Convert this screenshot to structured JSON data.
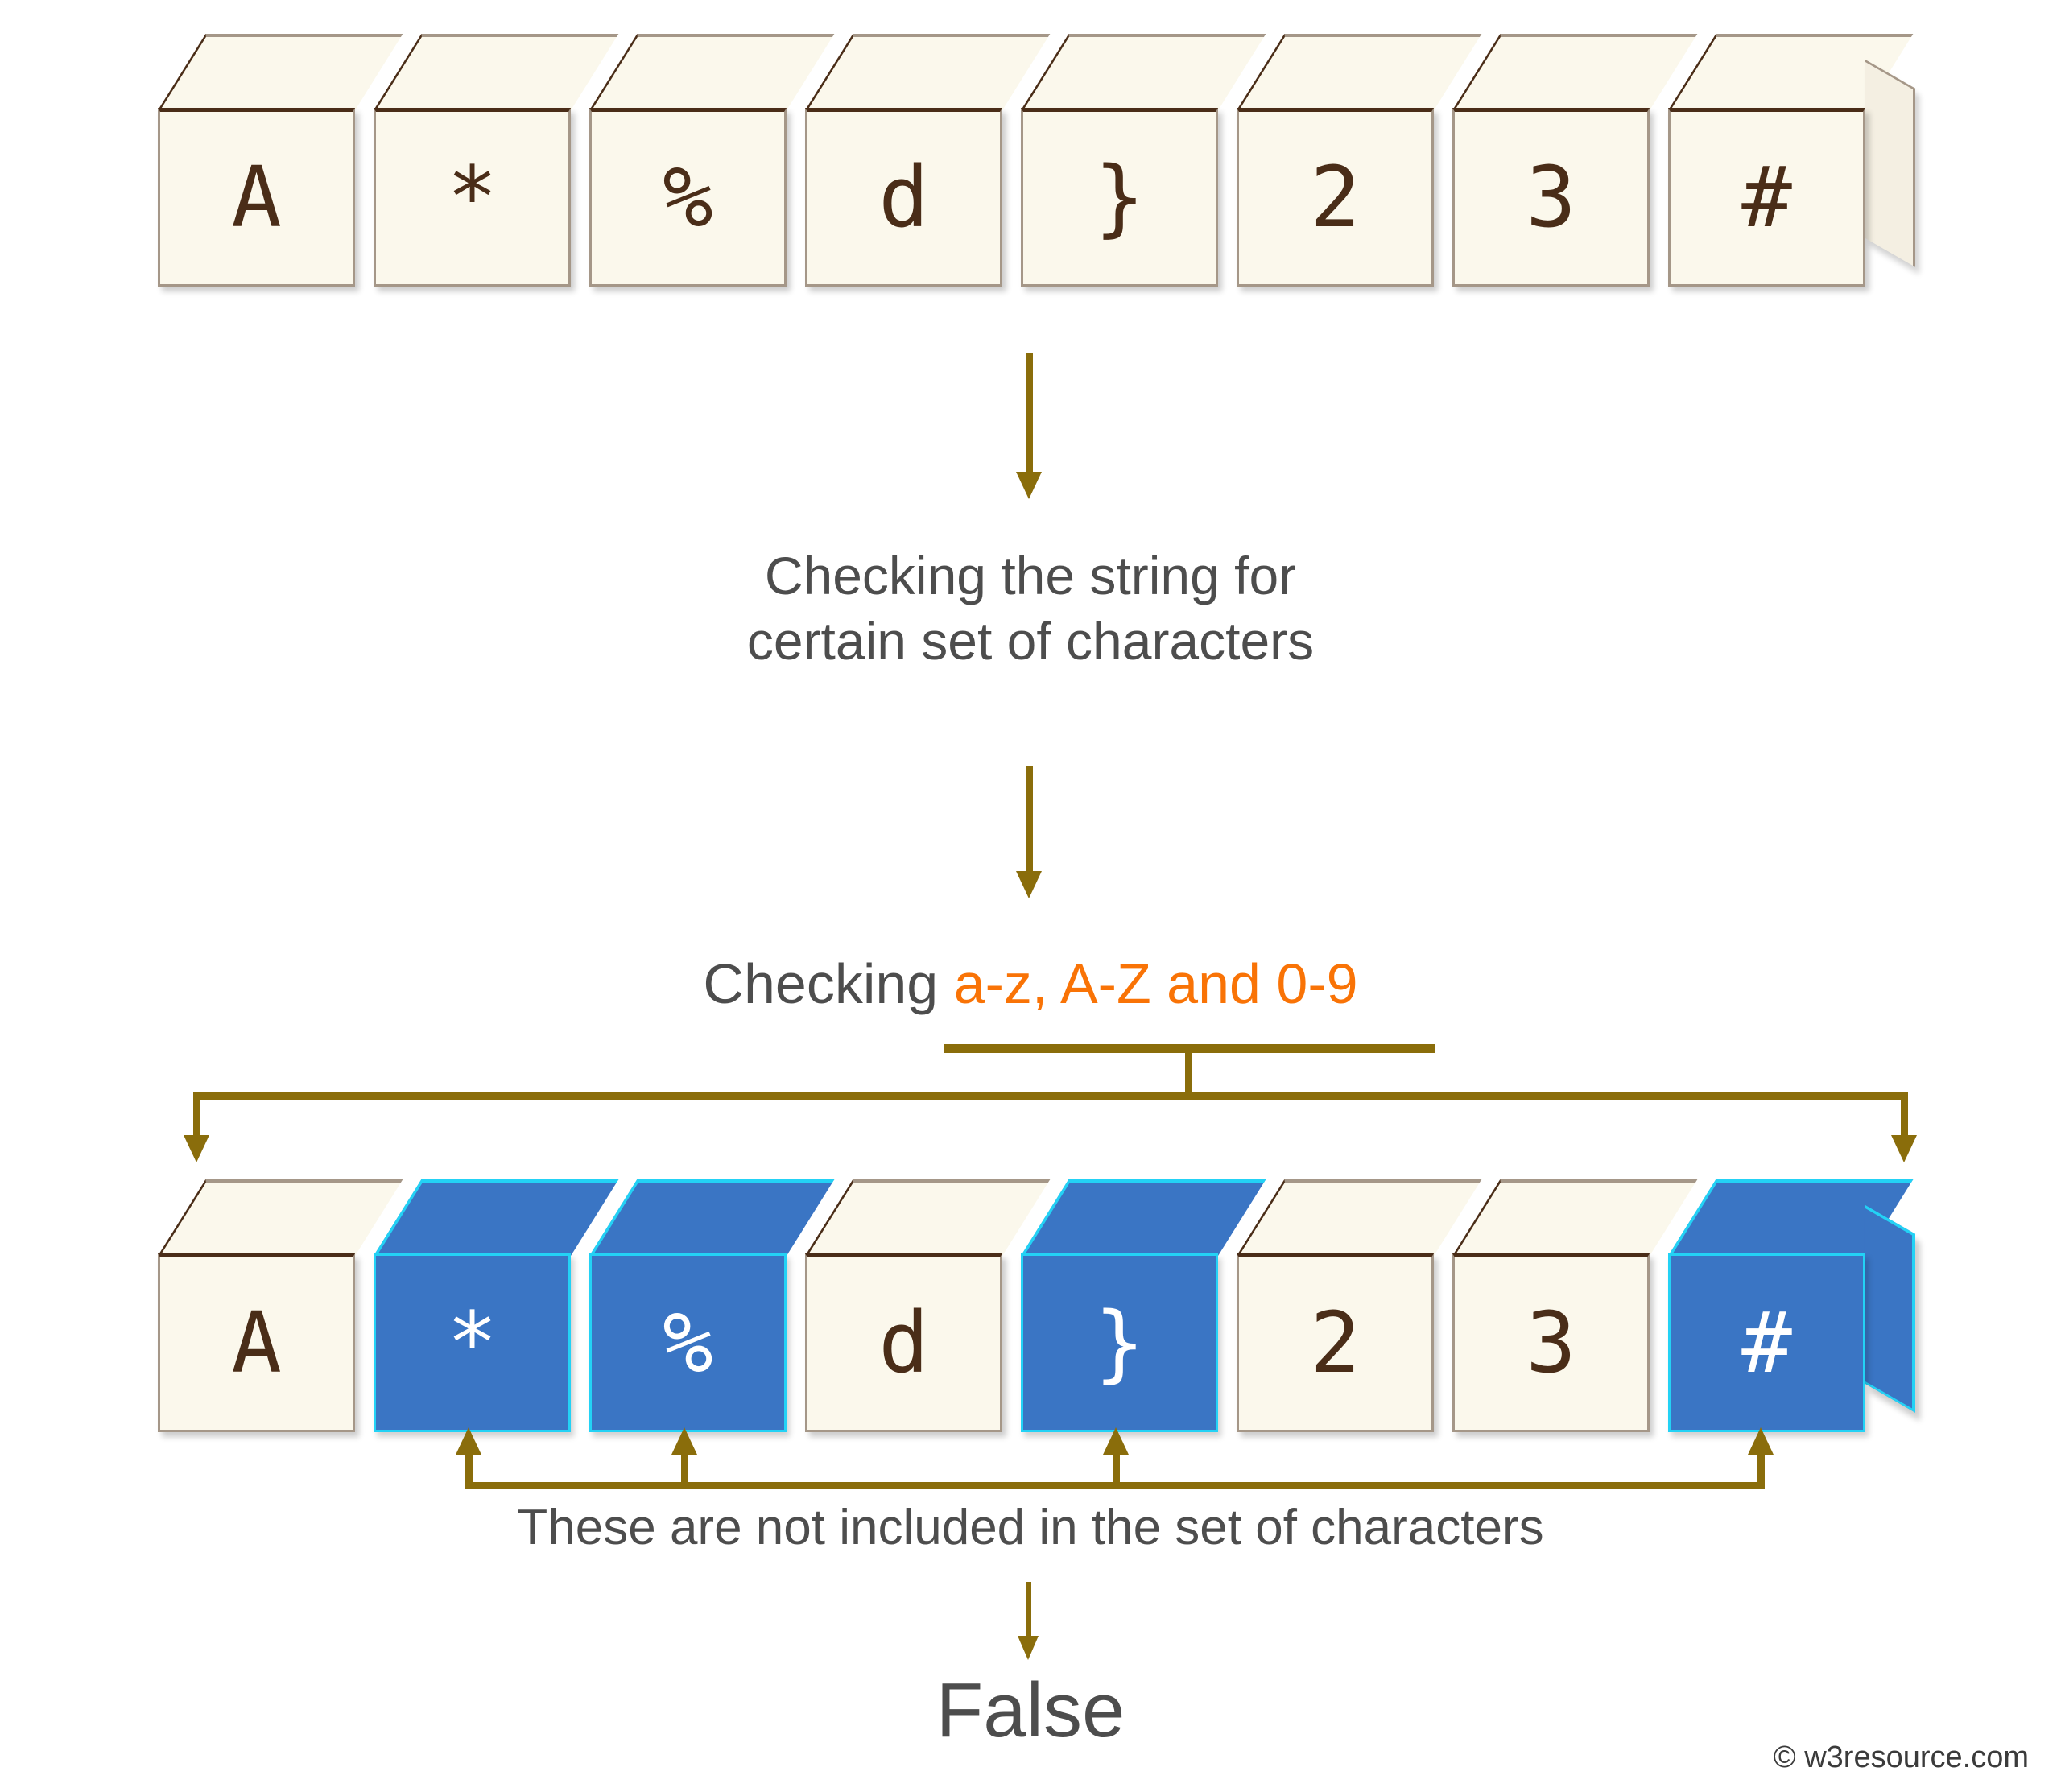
{
  "diagram": {
    "title": "Checking the string for certain set of characters",
    "colors": {
      "cube_fill": "#fbf8ec",
      "cube_edge": "#4a2d18",
      "highlight_fill": "#3a75c4",
      "highlight_edge": "#23d2f5",
      "arrow": "#8a6d0b",
      "text": "#4d4d4d",
      "accent_orange": "#f97306"
    },
    "input_row": {
      "label": "input-string-cubes",
      "cells": [
        {
          "char": "A",
          "highlighted": false
        },
        {
          "char": "*",
          "highlighted": false
        },
        {
          "char": "%",
          "highlighted": false
        },
        {
          "char": "d",
          "highlighted": false
        },
        {
          "char": "}",
          "highlighted": false
        },
        {
          "char": "2",
          "highlighted": false
        },
        {
          "char": "3",
          "highlighted": false
        },
        {
          "char": "#",
          "highlighted": false
        }
      ]
    },
    "result_row": {
      "label": "result-string-cubes",
      "cells": [
        {
          "char": "A",
          "highlighted": false
        },
        {
          "char": "*",
          "highlighted": true
        },
        {
          "char": "%",
          "highlighted": true
        },
        {
          "char": "d",
          "highlighted": false
        },
        {
          "char": "}",
          "highlighted": true
        },
        {
          "char": "2",
          "highlighted": false
        },
        {
          "char": "3",
          "highlighted": false
        },
        {
          "char": "#",
          "highlighted": true
        }
      ]
    },
    "captions": {
      "check_line1": "Checking the string for",
      "check_line2": "certain set of characters",
      "ranges_prefix": "Checking ",
      "ranges_value": "a-z, A-Z and 0-9",
      "not_included": "These are not included in the set of characters",
      "result": "False"
    },
    "watermark": "© w3resource.com"
  }
}
